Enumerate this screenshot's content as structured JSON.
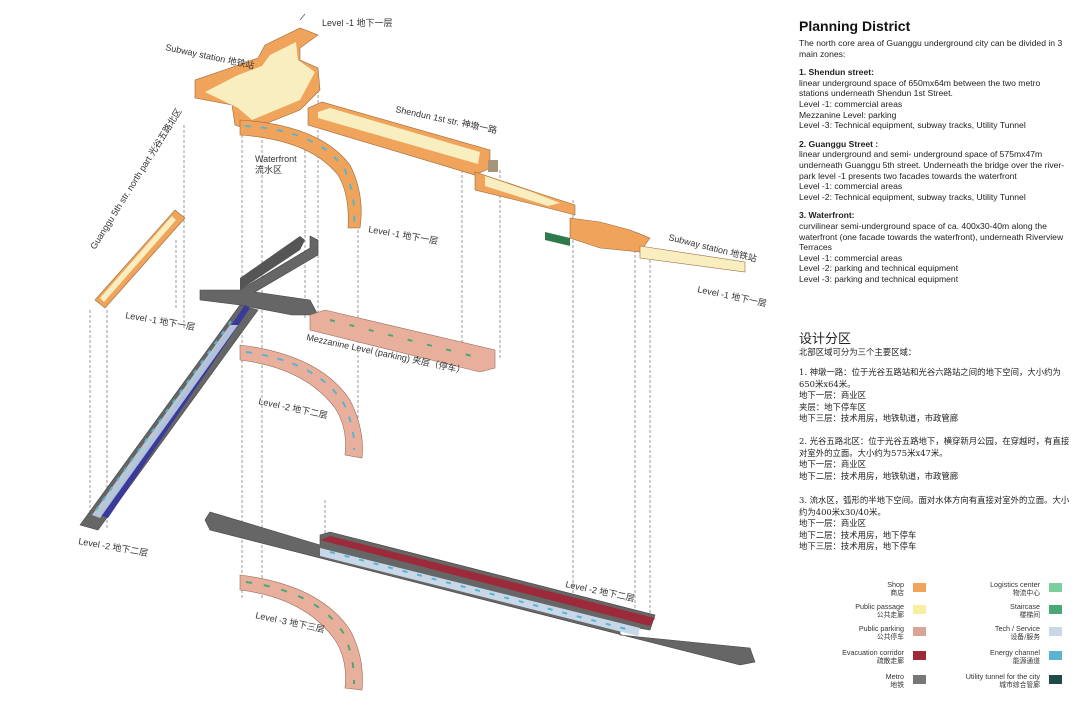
{
  "diagram": {
    "labels": {
      "level1_top": "Level -1  地下一层",
      "subway_station_left": "Subway station  地铁站",
      "shendun": "Shendun 1st str.  神墩一路",
      "waterfront": "Waterfront",
      "waterfront_cn": "流水区",
      "guanggu": "Guanggu 5th str. north part  光谷五路北区",
      "level1_mid": "Level -1  地下一层",
      "subway_station_right": "Subway station  地铁站",
      "level1_right": "Level -1  地下一层",
      "level1_left": "Level -1  地下一层",
      "mezzanine": "Mezzanine Level (parking)  夹层（停车）",
      "level2_arc": "Level -2  地下二层",
      "level2_left": "Level -2  地下二层",
      "level2_right": "Level -2  地下二层",
      "level3": "Level -3  地下三层"
    }
  },
  "panel": {
    "title": "Planning District",
    "intro": "The north core area of Guanggu underground city can be divided in 3 main zones:",
    "zones": [
      {
        "heading": "1. Shendun street:",
        "body": "linear underground space of 650mx64m between the two metro stations underneath Shendun 1st Street.\nLevel -1: commercial areas\nMezzanine Level: parking\nLevel -3: Technical equipment, subway tracks, Utility Tunnel"
      },
      {
        "heading": "2. Guanggu Street :",
        "body": "linear underground and semi- underground space of 575mx47m underneath Guanggu 5th street. Underneath the bridge over the river-park level -1 presents two facades towards the waterfront\nLevel -1: commercial areas\nLevel -2: Technical equipment, subway tracks, Utility Tunnel"
      },
      {
        "heading": "3. Waterfront:",
        "body": "curvilinear semi-underground space of ca. 400x30-40m along the waterfront (one facade towards the waterfront), underneath Riverview Terraces\nLevel -1: commercial areas\nLevel -2: parking and technical equipment\nLevel -3: parking and technical equipment"
      }
    ],
    "cn_title": "设计分区",
    "cn_intro": "北部区域可分为三个主要区域：",
    "cn_zone1": "1. 神墩一路：位于光谷五路站和光谷六路站之间的地下空间，大小约为650米x64米。\n地下一层：商业区\n夹层：地下停车区\n地下三层：技术用房，地铁轨道，市政管廊",
    "cn_zone2": "2. 光谷五路北区：位于光谷五路地下，横穿新月公园，在穿越时，有直接对室外的立面。大小约为575米x47米。\n地下一层：商业区\n地下二层：技术用房，地铁轨道，市政管廊",
    "cn_zone3": "3. 流水区，弧形的半地下空间。面对水体方向有直接对室外的立面。大小约为400米x30/40米。\n地下一层：商业区\n地下二层：技术用房，地下停车\n地下三层：技术用房，地下停车"
  },
  "legend": [
    {
      "en": "Shop",
      "cn": "商店",
      "color": "#f0a35a"
    },
    {
      "en": "Logistics center",
      "cn": "物流中心",
      "color": "#7ccf9c"
    },
    {
      "en": "Public passage",
      "cn": "公共走廊",
      "color": "#f8eea0"
    },
    {
      "en": "Staircase",
      "cn": "楼梯间",
      "color": "#4aa878"
    },
    {
      "en": "Public parking",
      "cn": "公共停车",
      "color": "#d8a598"
    },
    {
      "en": "Tech / Service",
      "cn": "设备/服务",
      "color": "#c8d8e8"
    },
    {
      "en": "Evacuation corridor",
      "cn": "疏散走廊",
      "color": "#9c2a3a"
    },
    {
      "en": "Energy channel",
      "cn": "能源通道",
      "color": "#5ab4d0"
    },
    {
      "en": "Metro",
      "cn": "地铁",
      "color": "#777777"
    },
    {
      "en": "Utility tunnel for the city",
      "cn": "城市综合管廊",
      "color": "#1f4a4a"
    }
  ]
}
